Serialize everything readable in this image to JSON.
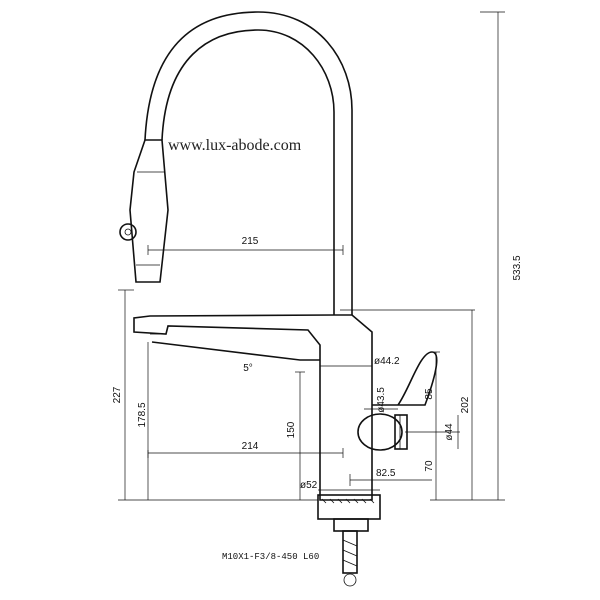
{
  "watermark": "www.lux-abode.com",
  "dimensions": {
    "overall_height": "533.5",
    "arc_reach": "215",
    "spout_reach": "214",
    "spout_angle": "5°",
    "height_227": "227",
    "height_178": "178.5",
    "height_150": "150",
    "dia_body": "ø44.2",
    "dia_lower": "ø43.5",
    "dia_handle": "ø44",
    "dia_base": "ø52",
    "handle_offset": "82.5",
    "h_85": "85",
    "h_70": "70",
    "h_202": "202"
  },
  "connector_label": "M10X1-F3/8-450  L60"
}
